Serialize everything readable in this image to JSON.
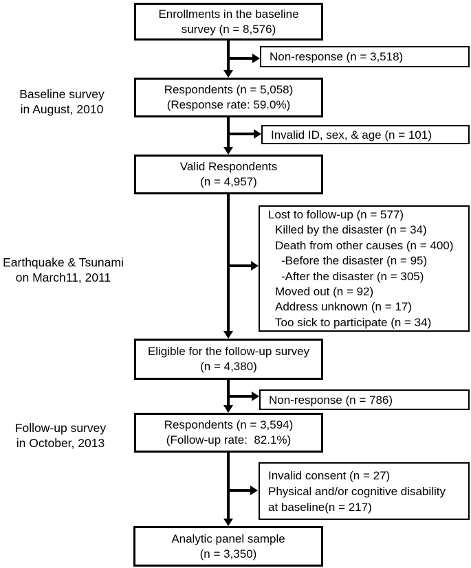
{
  "flow": {
    "enrollments": {
      "lines": [
        "Enrollments in the baseline",
        "survey (n = 8,576)"
      ]
    },
    "nonresponse_baseline": {
      "lines": [
        "Non-response (n = 3,518)"
      ]
    },
    "label_baseline": {
      "lines": [
        "Baseline survey",
        "in August, 2010"
      ]
    },
    "respondents_baseline": {
      "lines": [
        "Respondents (n = 5,058)",
        "(Response rate: 59.0%)"
      ]
    },
    "invalid_id": {
      "lines": [
        "Invalid ID, sex, & age (n = 101)"
      ]
    },
    "valid_respondents": {
      "lines": [
        "Valid Respondents",
        "(n = 4,957)"
      ]
    },
    "label_earthquake": {
      "lines": [
        "Earthquake & Tsunami",
        "on March11, 2011"
      ]
    },
    "lost_to_followup": {
      "lines": [
        "Lost to follow-up (n = 577)",
        "Killed by the disaster (n = 34)",
        "Death from other causes (n = 400)",
        "-Before the disaster (n = 95)",
        "-After the disaster (n = 305)",
        "Moved out (n = 92)",
        "Address unknown (n = 17)",
        "Too sick to participate (n = 34)"
      ]
    },
    "eligible": {
      "lines": [
        "Eligible for the follow-up survey",
        "(n = 4,380)"
      ]
    },
    "nonresponse_followup": {
      "lines": [
        "Non-response (n = 786)"
      ]
    },
    "label_followup": {
      "lines": [
        "Follow-up survey",
        "in October, 2013"
      ]
    },
    "respondents_followup": {
      "lines": [
        "Respondents (n = 3,594)",
        "(Follow-up rate:  82.1%)"
      ]
    },
    "exclusions": {
      "lines": [
        "Invalid consent (n = 27)",
        "Physical and/or cognitive disability",
        "at baseline(n = 217)"
      ]
    },
    "analytic_sample": {
      "lines": [
        "Analytic panel sample",
        "(n = 3,350)"
      ]
    }
  },
  "colors": {
    "line": "#000000",
    "background": "#ffffff",
    "text": "#000000"
  }
}
